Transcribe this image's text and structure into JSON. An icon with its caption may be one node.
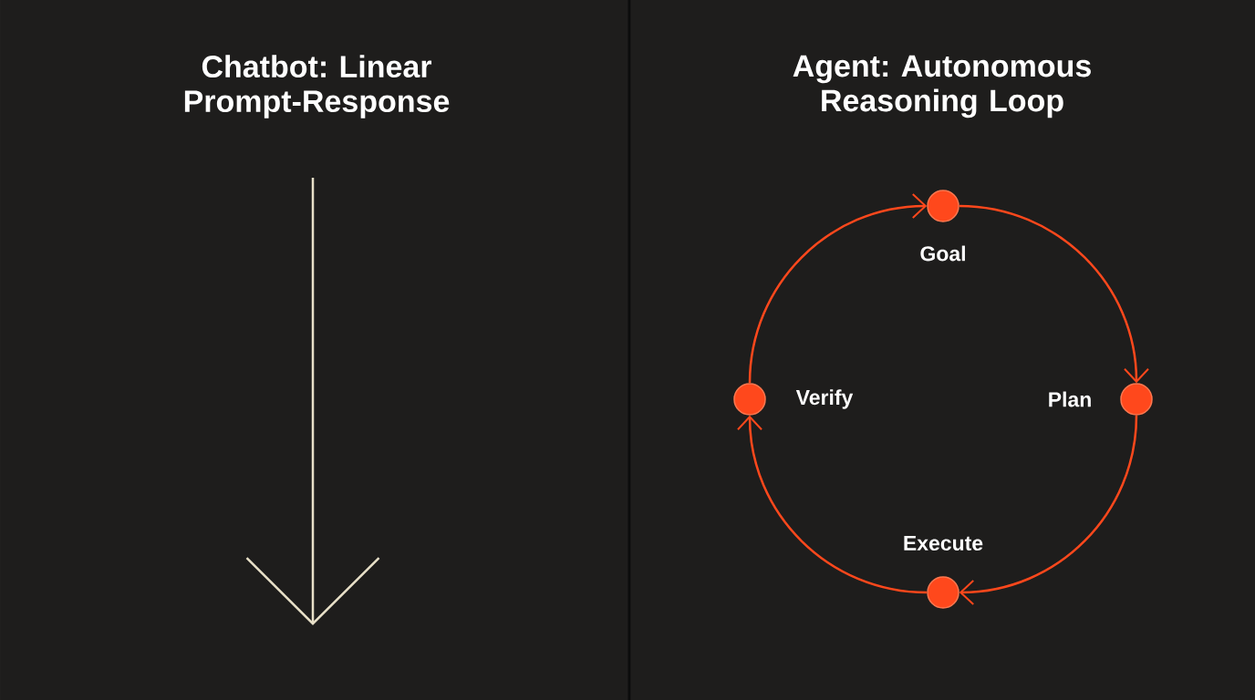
{
  "diagram": {
    "nodes": [
      {
        "text": [],
        "shape": "circle",
        "beside": [
          "Goal"
        ]
      },
      {
        "text": [],
        "shape": "circle",
        "beside": [
          "Plan"
        ]
      },
      {
        "text": [],
        "shape": "circle",
        "beside": [
          "Execute"
        ]
      },
      {
        "text": [],
        "shape": "circle",
        "beside": [
          "Verify"
        ]
      }
    ],
    "edges": [
      {
        "from": 0,
        "to": 1,
        "arrow": "to"
      },
      {
        "from": 1,
        "to": 2,
        "arrow": "to"
      },
      {
        "from": 2,
        "to": 3,
        "arrow": "to"
      },
      {
        "from": 3,
        "to": 0,
        "arrow": "to"
      }
    ],
    "labels": [
      "Chatbot: Linear Prompt-Response",
      "Agent: Autonomous Reasoning Loop"
    ]
  }
}
